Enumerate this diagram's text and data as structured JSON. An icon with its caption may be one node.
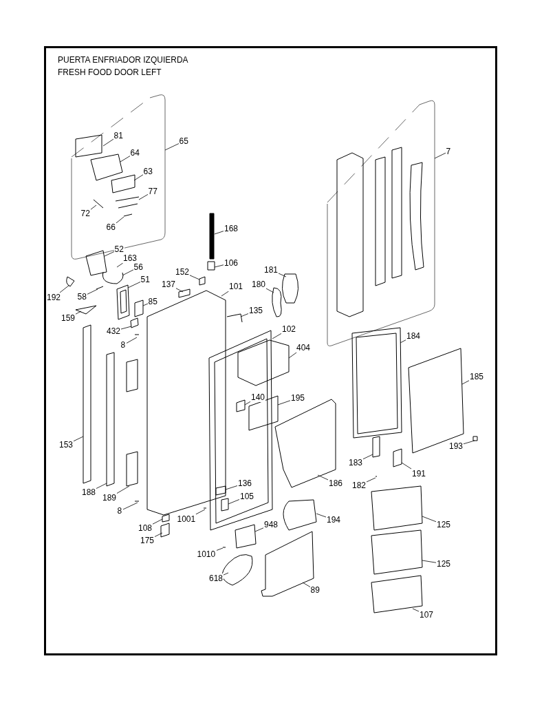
{
  "diagram": {
    "title": "PUERTA ENFRIADOR IZQUIERDA",
    "labels": [
      "FRESH FOOD DOOR LEFT"
    ],
    "nodes": [
      {
        "text": [
          "81"
        ]
      },
      {
        "text": [
          "65"
        ]
      },
      {
        "text": [
          "64"
        ]
      },
      {
        "text": [
          "63"
        ]
      },
      {
        "text": [
          "77"
        ]
      },
      {
        "text": [
          "72"
        ]
      },
      {
        "text": [
          "66"
        ]
      },
      {
        "text": [
          "168"
        ]
      },
      {
        "text": [
          "52"
        ]
      },
      {
        "text": [
          "163"
        ]
      },
      {
        "text": [
          "56"
        ]
      },
      {
        "text": [
          "106"
        ]
      },
      {
        "text": [
          "152"
        ]
      },
      {
        "text": [
          "181"
        ]
      },
      {
        "text": [
          "51"
        ]
      },
      {
        "text": [
          "137"
        ]
      },
      {
        "text": [
          "101"
        ]
      },
      {
        "text": [
          "180"
        ]
      },
      {
        "text": [
          "192"
        ]
      },
      {
        "text": [
          "58"
        ]
      },
      {
        "text": [
          "85"
        ]
      },
      {
        "text": [
          "159"
        ]
      },
      {
        "text": [
          "135"
        ]
      },
      {
        "text": [
          "432"
        ]
      },
      {
        "text": [
          "8"
        ]
      },
      {
        "text": [
          "102"
        ]
      },
      {
        "text": [
          "404"
        ]
      },
      {
        "text": [
          "7"
        ]
      },
      {
        "text": [
          "184"
        ]
      },
      {
        "text": [
          "185"
        ]
      },
      {
        "text": [
          "140"
        ]
      },
      {
        "text": [
          "195"
        ]
      },
      {
        "text": [
          "153"
        ]
      },
      {
        "text": [
          "193"
        ]
      },
      {
        "text": [
          "183"
        ]
      },
      {
        "text": [
          "191"
        ]
      },
      {
        "text": [
          "186"
        ]
      },
      {
        "text": [
          "182"
        ]
      },
      {
        "text": [
          "136"
        ]
      },
      {
        "text": [
          "188"
        ]
      },
      {
        "text": [
          "189"
        ]
      },
      {
        "text": [
          "105"
        ]
      },
      {
        "text": [
          "8"
        ]
      },
      {
        "text": [
          "1001"
        ]
      },
      {
        "text": [
          "194"
        ]
      },
      {
        "text": [
          "125"
        ]
      },
      {
        "text": [
          "108"
        ]
      },
      {
        "text": [
          "948"
        ]
      },
      {
        "text": [
          "175"
        ]
      },
      {
        "text": [
          "1010"
        ]
      },
      {
        "text": [
          "125"
        ]
      },
      {
        "text": [
          "618"
        ]
      },
      {
        "text": [
          "89"
        ]
      },
      {
        "text": [
          "107"
        ]
      }
    ],
    "edges": [
      {
        "from": 0,
        "to": null,
        "arrow": "none"
      },
      {
        "from": 1,
        "to": null,
        "arrow": "none"
      },
      {
        "from": 2,
        "to": null,
        "arrow": "none"
      },
      {
        "from": 3,
        "to": null,
        "arrow": "none"
      },
      {
        "from": 4,
        "to": null,
        "arrow": "none"
      },
      {
        "from": 5,
        "to": null,
        "arrow": "none"
      },
      {
        "from": 6,
        "to": null,
        "arrow": "none"
      },
      {
        "from": 7,
        "to": null,
        "arrow": "none"
      },
      {
        "from": 8,
        "to": null,
        "arrow": "none"
      },
      {
        "from": 9,
        "to": null,
        "arrow": "none"
      },
      {
        "from": 10,
        "to": null,
        "arrow": "none"
      },
      {
        "from": 11,
        "to": null,
        "arrow": "none"
      },
      {
        "from": 12,
        "to": null,
        "arrow": "none"
      },
      {
        "from": 13,
        "to": null,
        "arrow": "none"
      },
      {
        "from": 14,
        "to": null,
        "arrow": "none"
      },
      {
        "from": 15,
        "to": null,
        "arrow": "none"
      },
      {
        "from": 16,
        "to": null,
        "arrow": "none"
      },
      {
        "from": 17,
        "to": null,
        "arrow": "none"
      },
      {
        "from": 18,
        "to": null,
        "arrow": "none"
      },
      {
        "from": 19,
        "to": null,
        "arrow": "none"
      },
      {
        "from": 20,
        "to": null,
        "arrow": "none"
      },
      {
        "from": 21,
        "to": null,
        "arrow": "none"
      },
      {
        "from": 22,
        "to": null,
        "arrow": "none"
      },
      {
        "from": 23,
        "to": null,
        "arrow": "none"
      },
      {
        "from": 24,
        "to": null,
        "arrow": "none"
      },
      {
        "from": 25,
        "to": null,
        "arrow": "none"
      },
      {
        "from": 26,
        "to": null,
        "arrow": "none"
      },
      {
        "from": 27,
        "to": null,
        "arrow": "none"
      },
      {
        "from": 28,
        "to": null,
        "arrow": "none"
      },
      {
        "from": 29,
        "to": null,
        "arrow": "none"
      },
      {
        "from": 30,
        "to": null,
        "arrow": "none"
      },
      {
        "from": 31,
        "to": null,
        "arrow": "none"
      },
      {
        "from": 32,
        "to": null,
        "arrow": "none"
      },
      {
        "from": 33,
        "to": null,
        "arrow": "none"
      },
      {
        "from": 34,
        "to": null,
        "arrow": "none"
      },
      {
        "from": 35,
        "to": null,
        "arrow": "none"
      },
      {
        "from": 36,
        "to": null,
        "arrow": "none"
      },
      {
        "from": 37,
        "to": null,
        "arrow": "none"
      },
      {
        "from": 38,
        "to": null,
        "arrow": "none"
      },
      {
        "from": 39,
        "to": null,
        "arrow": "none"
      },
      {
        "from": 40,
        "to": null,
        "arrow": "none"
      },
      {
        "from": 41,
        "to": null,
        "arrow": "none"
      },
      {
        "from": 42,
        "to": null,
        "arrow": "none"
      },
      {
        "from": 43,
        "to": null,
        "arrow": "none"
      },
      {
        "from": 44,
        "to": null,
        "arrow": "none"
      },
      {
        "from": 45,
        "to": null,
        "arrow": "none"
      },
      {
        "from": 46,
        "to": null,
        "arrow": "none"
      },
      {
        "from": 47,
        "to": null,
        "arrow": "none"
      },
      {
        "from": 48,
        "to": null,
        "arrow": "none"
      },
      {
        "from": 49,
        "to": null,
        "arrow": "none"
      },
      {
        "from": 50,
        "to": null,
        "arrow": "none"
      },
      {
        "from": 51,
        "to": null,
        "arrow": "none"
      },
      {
        "from": 52,
        "to": null,
        "arrow": "none"
      },
      {
        "from": 53,
        "to": null,
        "arrow": "none"
      }
    ]
  }
}
